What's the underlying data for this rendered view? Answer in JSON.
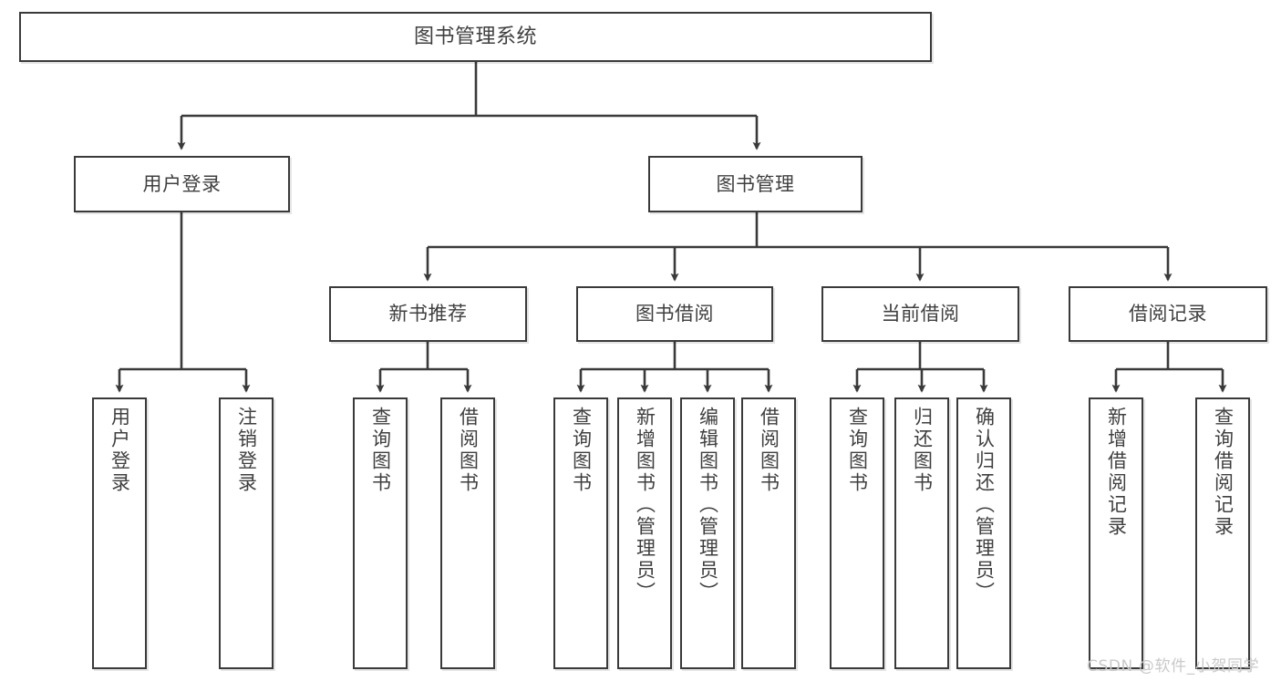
{
  "diagram": {
    "title": "图书管理系统",
    "type": "hierarchy-tree",
    "watermark": "CSDN @软件_小贺同学",
    "colors": {
      "stroke": "#3a3a3a",
      "text": "#3f3f3f",
      "background": "#ffffff",
      "watermark": "#c9c9c9"
    },
    "nodes": {
      "root": {
        "label": "图书管理系统"
      },
      "level2": [
        {
          "label": "用户登录"
        },
        {
          "label": "图书管理"
        }
      ],
      "level3": [
        {
          "label": "新书推荐"
        },
        {
          "label": "图书借阅"
        },
        {
          "label": "当前借阅"
        },
        {
          "label": "借阅记录"
        }
      ],
      "leaves": {
        "user_login": [
          {
            "label": "用户登录"
          },
          {
            "label": "注销登录"
          }
        ],
        "new_book_recommend": [
          {
            "label": "查询图书"
          },
          {
            "label": "借阅图书"
          }
        ],
        "book_borrow": [
          {
            "label": "查询图书"
          },
          {
            "label": "新增图书（管理员）"
          },
          {
            "label": "编辑图书（管理员）"
          },
          {
            "label": "借阅图书"
          }
        ],
        "current_borrow": [
          {
            "label": "查询图书"
          },
          {
            "label": "归还图书"
          },
          {
            "label": "确认归还（管理员）"
          }
        ],
        "borrow_record": [
          {
            "label": "新增借阅记录"
          },
          {
            "label": "查询借阅记录"
          }
        ]
      }
    }
  }
}
